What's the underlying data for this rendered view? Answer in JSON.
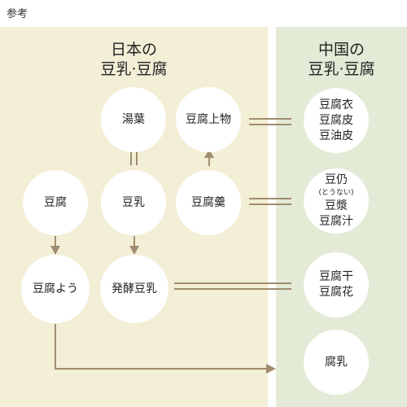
{
  "page_label": "参考",
  "left_panel": {
    "title_line1": "日本の",
    "title_line2": "豆乳·豆腐"
  },
  "right_panel": {
    "title_line1": "中国の",
    "title_line2": "豆乳·豆腐"
  },
  "nodes": {
    "yuba": "湯葉",
    "tofu_agemono": "豆腐上物",
    "tofu": "豆腐",
    "tounyu": "豆乳",
    "tofu_kan": "豆腐羹",
    "tofuyou": "豆腐よう",
    "hakko_tounyu": "発酵豆乳",
    "cn_group1": [
      "豆腐衣",
      "豆腐皮",
      "豆油皮"
    ],
    "cn_group2": {
      "line1": "豆仍",
      "reading": "(とうない)",
      "line2": "豆漿",
      "line3": "豆腐汁"
    },
    "cn_group3": [
      "豆腐干",
      "豆腐花"
    ],
    "furu": "腐乳"
  },
  "colors": {
    "left_panel_bg": "#f3eed6",
    "right_panel_bg": "#e3ebd6",
    "connector": "#a08c6e",
    "node_bg": "#ffffff"
  }
}
